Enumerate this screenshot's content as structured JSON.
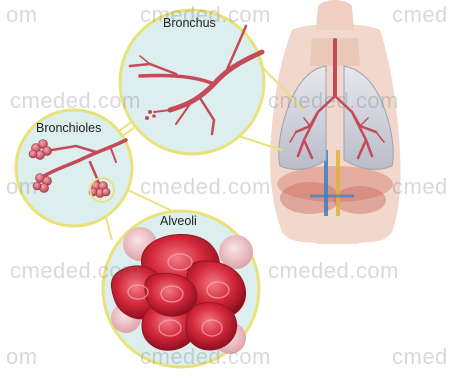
{
  "labels": {
    "bronchus": "Bronchus",
    "bronchioles": "Bronchioles",
    "alveoli": "Alveoli"
  },
  "watermark": {
    "full": "cmeded.com",
    "left_fragment": "om",
    "right_fragment": "cmed"
  },
  "colors": {
    "callout_outline": "#e9e27a",
    "callout_fill": "#dcefef",
    "airway": "#c44a58",
    "alveolus": "#cc2233"
  }
}
